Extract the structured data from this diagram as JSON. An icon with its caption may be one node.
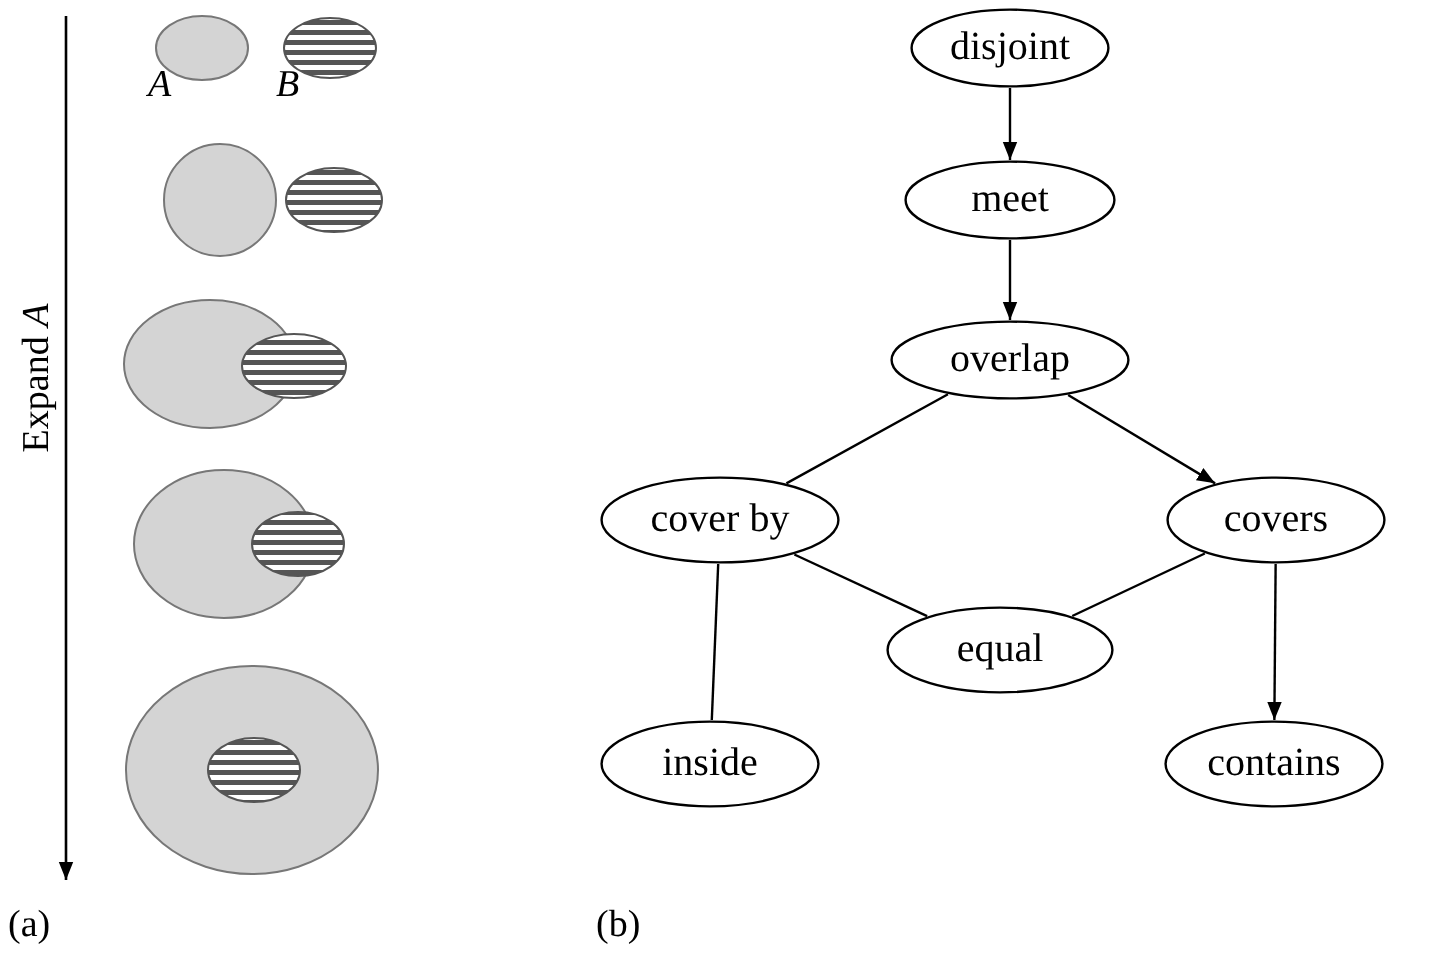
{
  "diagram": {
    "nodes": [
      {
        "text": [
          "disjoint"
        ]
      },
      {
        "text": [
          "meet"
        ]
      },
      {
        "text": [
          "overlap"
        ]
      },
      {
        "text": [
          "cover by"
        ]
      },
      {
        "text": [
          "covers"
        ]
      },
      {
        "text": [
          "equal"
        ]
      },
      {
        "text": [
          "inside"
        ]
      },
      {
        "text": [
          "contains"
        ]
      }
    ],
    "edges": [
      {
        "from": 0,
        "to": 1,
        "arrow": "to"
      },
      {
        "from": 1,
        "to": 2,
        "arrow": "to"
      },
      {
        "from": 2,
        "to": 3,
        "arrow": "none"
      },
      {
        "from": 2,
        "to": 4,
        "arrow": "to"
      },
      {
        "from": 3,
        "to": 5,
        "arrow": "none"
      },
      {
        "from": 5,
        "to": 4,
        "arrow": "none"
      },
      {
        "from": 3,
        "to": 6,
        "arrow": "none"
      },
      {
        "from": 4,
        "to": 7,
        "arrow": "to"
      }
    ],
    "labels": [
      "A",
      "B",
      "Expand *A*",
      "(a)",
      "(b)"
    ]
  }
}
